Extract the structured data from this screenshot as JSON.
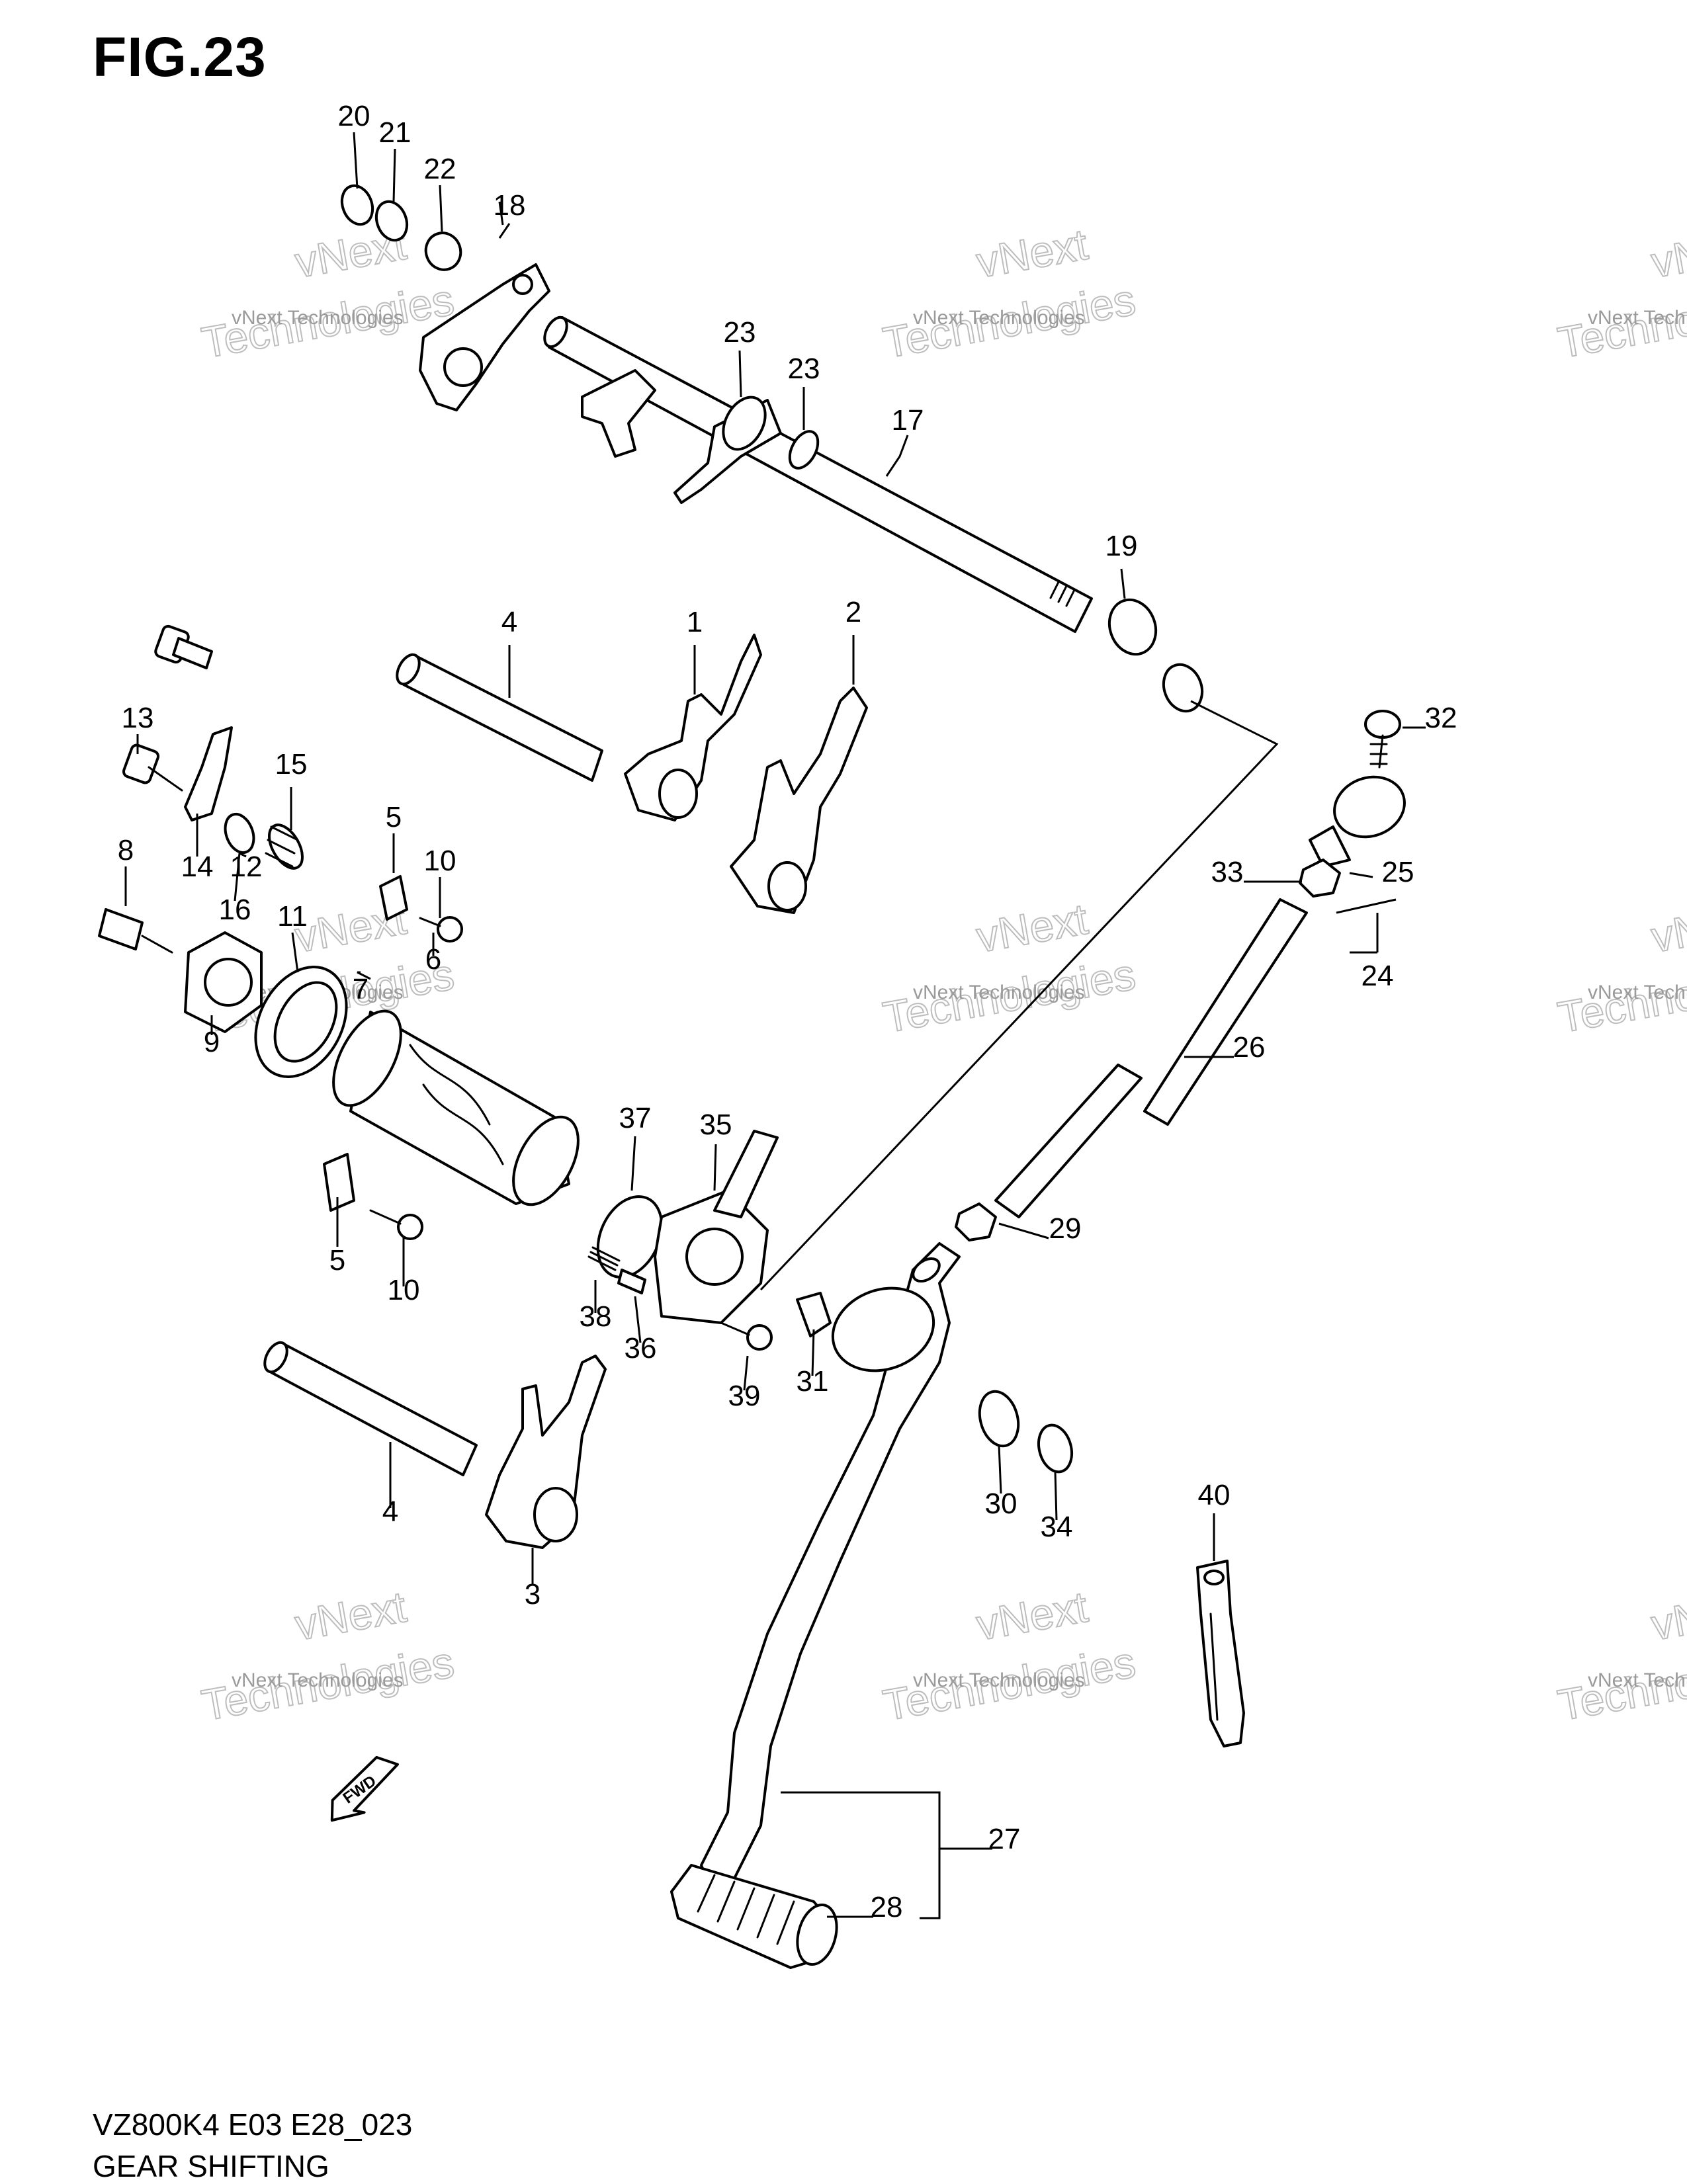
{
  "figure": {
    "title": "FIG.23"
  },
  "watermark": {
    "line1": "vNext Technologies",
    "line2": "vNext",
    "line3": "Technologies"
  },
  "fwd_arrow": {
    "label": "FWD"
  },
  "callouts": [
    "1",
    "2",
    "3",
    "4",
    "4",
    "5",
    "5",
    "6",
    "7",
    "8",
    "9",
    "10",
    "10",
    "11",
    "12",
    "13",
    "14",
    "15",
    "16",
    "17",
    "18",
    "19",
    "20",
    "21",
    "22",
    "23",
    "23",
    "24",
    "25",
    "26",
    "27",
    "28",
    "29",
    "30",
    "31",
    "32",
    "33",
    "34",
    "35",
    "36",
    "37",
    "38",
    "39",
    "40"
  ],
  "footer": {
    "model_code": "VZ800K4 E03 E28_023",
    "section_title": "GEAR SHIFTING"
  }
}
